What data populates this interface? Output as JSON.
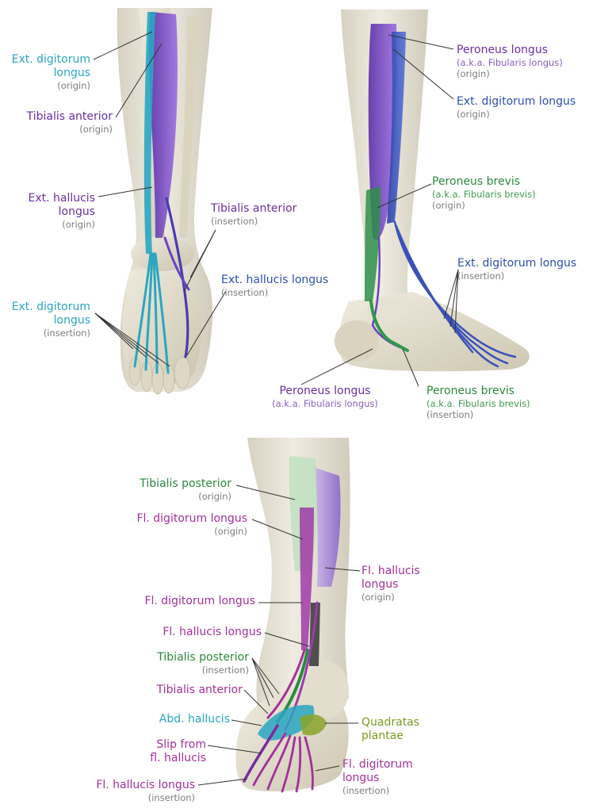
{
  "colors": {
    "teal": "#2aa6c2",
    "purple": "#6a2fa3",
    "blue": "#2d4fb3",
    "green": "#2a8a3e",
    "magenta": "#a3309a",
    "olive": "#7a9a1f",
    "bone": "#ddd8c6",
    "skin": "#e9e5da"
  },
  "front": {
    "ext_digitorum_origin": {
      "name1": "Ext. digitorum",
      "name2": "longus",
      "sub": "(origin)"
    },
    "tibialis_anterior_origin": {
      "name": "Tibialis anterior",
      "sub": "(origin)"
    },
    "ext_hallucis_origin": {
      "name1": "Ext. hallucis",
      "name2": "longus",
      "sub": "(origin)"
    },
    "tibialis_anterior_insertion": {
      "name": "Tibialis anterior",
      "sub": "(insertion)"
    },
    "ext_hallucis_insertion": {
      "name": "Ext. hallucis longus",
      "sub": "(insertion)"
    },
    "ext_digitorum_insertion": {
      "name1": "Ext. digitorum",
      "name2": "longus",
      "sub": "(insertion)"
    }
  },
  "lateral": {
    "peroneus_longus_origin": {
      "name": "Peroneus longus",
      "aka": "(a.k.a. Fibularis longus)",
      "sub": "(origin)"
    },
    "ext_digitorum_origin": {
      "name": "Ext. digitorum longus",
      "sub": "(origin)"
    },
    "peroneus_brevis_origin": {
      "name": "Peroneus brevis",
      "aka": "(a.k.a. Fibularis brevis)",
      "sub": "(origin)"
    },
    "ext_digitorum_insertion": {
      "name": "Ext. digitorum longus",
      "sub": "(insertion)"
    },
    "peroneus_longus_bottom": {
      "name": "Peroneus longus",
      "aka": "(a.k.a. Fibularis longus)"
    },
    "peroneus_brevis_insertion": {
      "name": "Peroneus brevis",
      "aka": "(a.k.a. Fibularis brevis)",
      "sub": "(insertion)"
    }
  },
  "posterior": {
    "tibialis_posterior_origin": {
      "name": "Tibialis posterior",
      "sub": "(origin)"
    },
    "fl_digitorum_origin": {
      "name": "Fl. digitorum longus",
      "sub": "(origin)"
    },
    "fl_hallucis_origin": {
      "name1": "Fl. hallucis",
      "name2": "longus",
      "sub": "(origin)"
    },
    "fl_digitorum": {
      "name": "Fl. digitorum longus"
    },
    "fl_hallucis": {
      "name": "Fl. hallucis longus"
    },
    "tibialis_posterior_insertion": {
      "name": "Tibialis posterior",
      "sub": "(insertion)"
    },
    "tibialis_anterior": {
      "name": "Tibialis anterior"
    },
    "abd_hallucis": {
      "name": "Abd. hallucis"
    },
    "quadratas_plantae": {
      "name1": "Quadratas",
      "name2": "plantae"
    },
    "slip": {
      "name1": "Slip from",
      "name2": "fl. hallucis"
    },
    "fl_digitorum_insertion": {
      "name1": "Fl. digitorum",
      "name2": "longus",
      "sub": "(insertion)"
    },
    "fl_hallucis_insertion": {
      "name": "Fl. hallucis longus",
      "sub": "(insertion)"
    }
  }
}
